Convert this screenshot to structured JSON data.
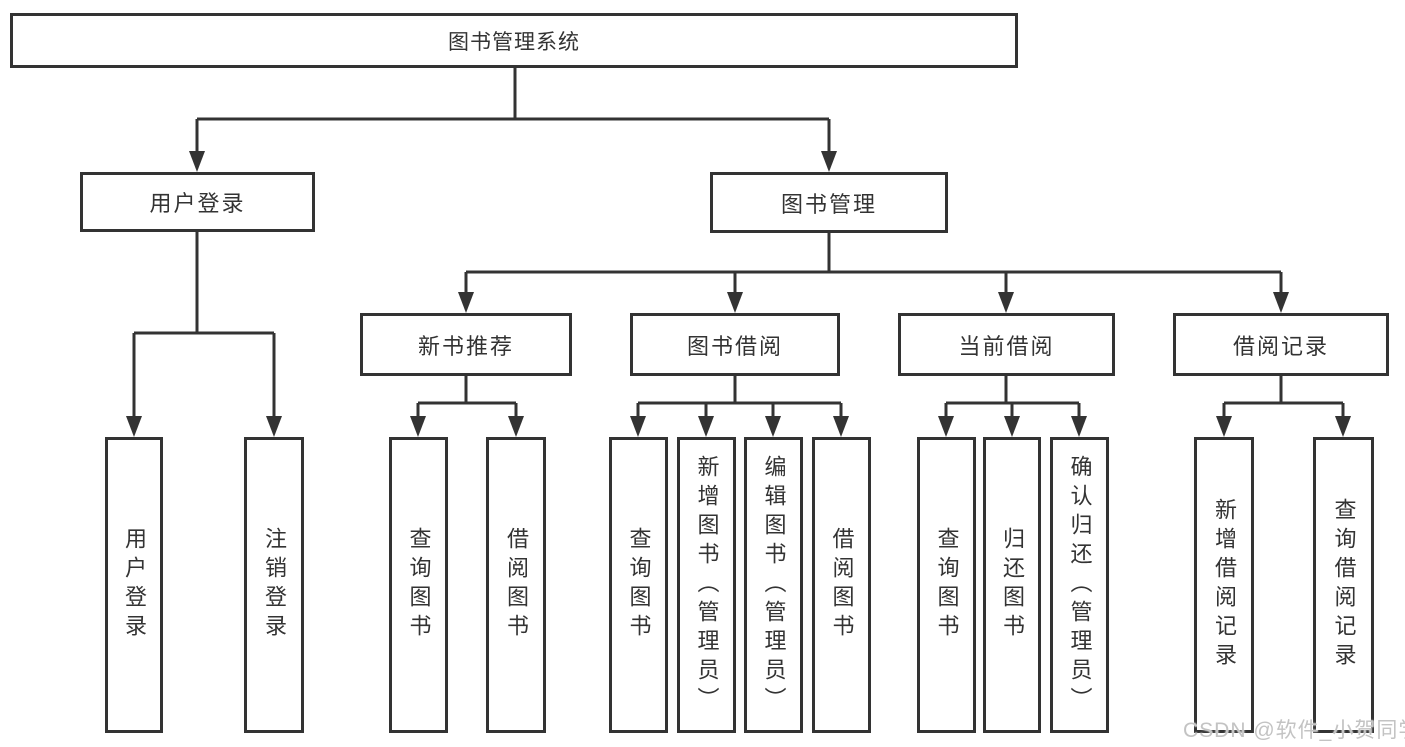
{
  "tree": {
    "root": {
      "label": "图书管理系统"
    },
    "level2": [
      {
        "label": "用户登录",
        "children": [
          "用户登录",
          "注销登录"
        ]
      },
      {
        "label": "图书管理",
        "children": [
          "新书推荐",
          "图书借阅",
          "当前借阅",
          "借阅记录"
        ]
      }
    ],
    "level3": [
      {
        "label": "新书推荐",
        "children": [
          "查询图书",
          "借阅图书"
        ]
      },
      {
        "label": "图书借阅",
        "children": [
          "查询图书",
          "新增图书（管理员）",
          "编辑图书（管理员）",
          "借阅图书"
        ]
      },
      {
        "label": "当前借阅",
        "children": [
          "查询图书",
          "归还图书",
          "确认归还（管理员）"
        ]
      },
      {
        "label": "借阅记录",
        "children": [
          "新增借阅记录",
          "查询借阅记录"
        ]
      }
    ],
    "leaves": [
      {
        "label": "用户登录"
      },
      {
        "label": "注销登录"
      },
      {
        "label": "查询图书"
      },
      {
        "label": "借阅图书"
      },
      {
        "label": "查询图书"
      },
      {
        "label": "新增图书（管理员）"
      },
      {
        "label": "编辑图书（管理员）"
      },
      {
        "label": "借阅图书"
      },
      {
        "label": "查询图书"
      },
      {
        "label": "归还图书"
      },
      {
        "label": "确认归还（管理员）"
      },
      {
        "label": "新增借阅记录"
      },
      {
        "label": "查询借阅记录"
      }
    ]
  },
  "watermark": {
    "text": "CSDN @软件_小贺同学"
  },
  "colors": {
    "line": "#333333",
    "text": "#333333",
    "watermark": "#c3c3c3",
    "background": "#ffffff"
  }
}
